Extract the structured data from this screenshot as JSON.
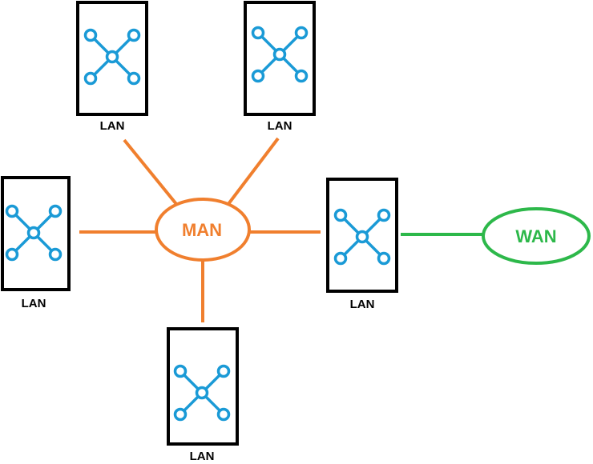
{
  "colors": {
    "man": "#f07f2e",
    "wan": "#2db84a",
    "switch": "#1a9ad6",
    "box": "#000000"
  },
  "hubs": {
    "man": {
      "label": "MAN",
      "icon": "ellipse-network"
    },
    "wan": {
      "label": "WAN",
      "icon": "ellipse-network"
    }
  },
  "lans": [
    {
      "label": "LAN",
      "icon": "network-switch-icon"
    },
    {
      "label": "LAN",
      "icon": "network-switch-icon"
    },
    {
      "label": "LAN",
      "icon": "network-switch-icon"
    },
    {
      "label": "LAN",
      "icon": "network-switch-icon"
    },
    {
      "label": "LAN",
      "icon": "network-switch-icon"
    }
  ]
}
